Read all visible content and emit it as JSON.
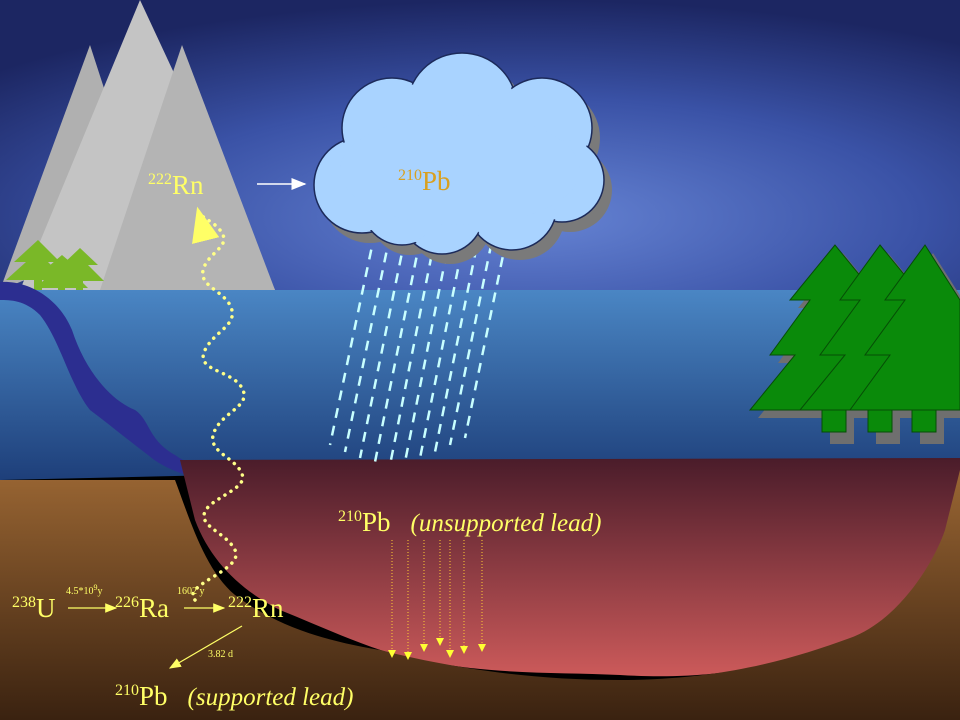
{
  "colors": {
    "sky_top": "#1e2a66",
    "sky_glow": "#5e7ccc",
    "mountain": "#c4c4c4",
    "lake": "#3f78b4",
    "sediment": "#b9484c",
    "soil": "#8a5a2e",
    "tree_green": "#0a8a0a",
    "cloud": "#a9d3ff",
    "label_yellow": "#ffff66",
    "label_gold": "#e0a020",
    "rain": "#c8ffff"
  },
  "labels": {
    "cloud_pb": {
      "mass": "210",
      "element": "Pb"
    },
    "atmos_rn": {
      "mass": "222",
      "element": "Rn"
    },
    "unsupported": {
      "mass": "210",
      "element": "Pb",
      "note": "(unsupported lead)"
    },
    "supported": {
      "mass": "210",
      "element": "Pb",
      "note": "(supported lead)"
    },
    "chain": {
      "u": {
        "mass": "238",
        "element": "U"
      },
      "ra": {
        "mass": "226",
        "element": "Ra"
      },
      "rn": {
        "mass": "222",
        "element": "Rn"
      },
      "halflife_u_base": "4.5*10",
      "halflife_u_exp": "9",
      "halflife_u_unit": "y",
      "halflife_ra": "1602 y",
      "halflife_rn": "3.82 d"
    }
  }
}
